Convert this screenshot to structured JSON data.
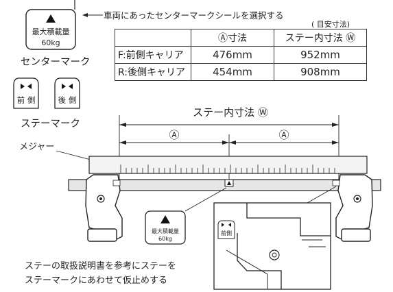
{
  "callout_top": "車両にあったセンターマークシールを選択する",
  "reference_note": "( 目安寸法)",
  "center_mark": {
    "caption": "センターマーク",
    "line1": "最大積載量",
    "line2": "60kg"
  },
  "stay_mark": {
    "caption": "ステーマーク",
    "front": "前 側",
    "rear": "後 側"
  },
  "table": {
    "headers": [
      "",
      "Ⓐ寸法",
      "ステー内寸法 Ⓦ"
    ],
    "rows": [
      {
        "label": "F:前側キャリア",
        "a": "476mm",
        "w": "952mm"
      },
      {
        "label": "R:後側キャリア",
        "a": "454mm",
        "w": "908mm"
      }
    ]
  },
  "dim_w_label": "ステー内寸法 Ⓦ",
  "dim_a_left": "Ⓐ",
  "dim_a_right": "Ⓐ",
  "measure_label": "メジャー",
  "small_mark": {
    "line1": "最大積載量",
    "line2": "60kg"
  },
  "inset_stay_label": "前側",
  "instruction": [
    "ステーの取扱説明書を参考にステーを",
    "ステーマークにあわせて仮止めする"
  ]
}
